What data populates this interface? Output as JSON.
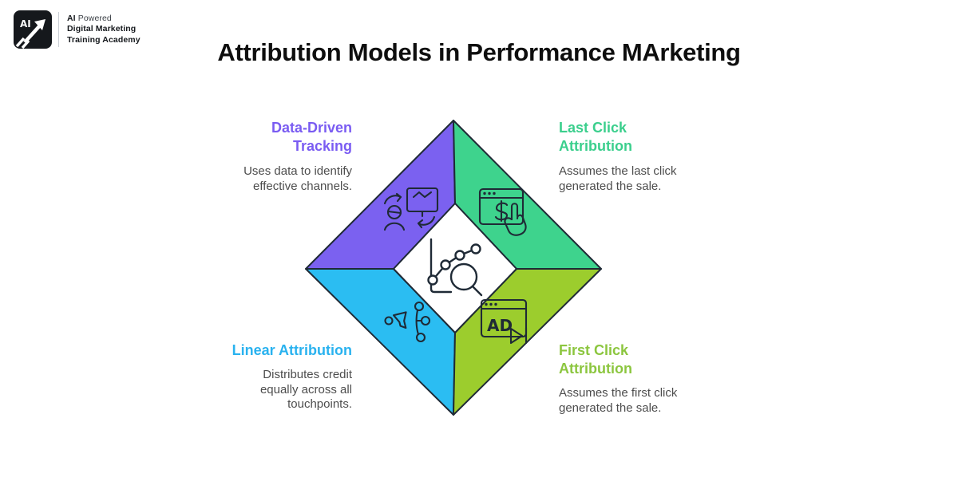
{
  "brand": {
    "logo_monogram": "AI",
    "tagline_bold": "AI",
    "tagline_rest": " Powered",
    "name_line1": "Digital Marketing",
    "name_line2": "Training Academy"
  },
  "title": "Attribution Models in Performance MArketing",
  "colors": {
    "purple": "#7b61f0",
    "green": "#3ed38d",
    "blue": "#2bbdf2",
    "lime": "#9ccd2d",
    "outline": "#1f2a36",
    "heading_purple": "#7a5cf2",
    "heading_green": "#3bcf8d",
    "heading_blue": "#29b2ef",
    "heading_lime": "#8cc63f",
    "body_text": "#4d4d4d"
  },
  "center": {
    "icon": "chart-magnifier-icon"
  },
  "quadrants": {
    "top_left": {
      "heading": [
        "Data-Driven",
        "Tracking"
      ],
      "description": [
        "Uses data to identify",
        "effective channels."
      ],
      "icon": "person-monitor-sync-icon",
      "color": "#7b61f0",
      "heading_color": "#7a5cf2"
    },
    "top_right": {
      "heading": [
        "Last Click",
        "Attribution"
      ],
      "description": [
        "Assumes the last click",
        "generated the sale."
      ],
      "icon": "browser-dollar-click-icon",
      "color": "#3ed38d",
      "heading_color": "#3bcf8d"
    },
    "bottom_left": {
      "heading": [
        "Linear Attribution"
      ],
      "description": [
        "Distributes credit",
        "equally across all",
        "touchpoints."
      ],
      "icon": "funnel-distribution-icon",
      "color": "#2bbdf2",
      "heading_color": "#29b2ef"
    },
    "bottom_right": {
      "heading": [
        "First Click",
        "Attribution"
      ],
      "description": [
        "Assumes the first click",
        "generated the sale."
      ],
      "icon": "browser-ad-play-icon",
      "color": "#9ccd2d",
      "heading_color": "#8cc63f"
    }
  }
}
